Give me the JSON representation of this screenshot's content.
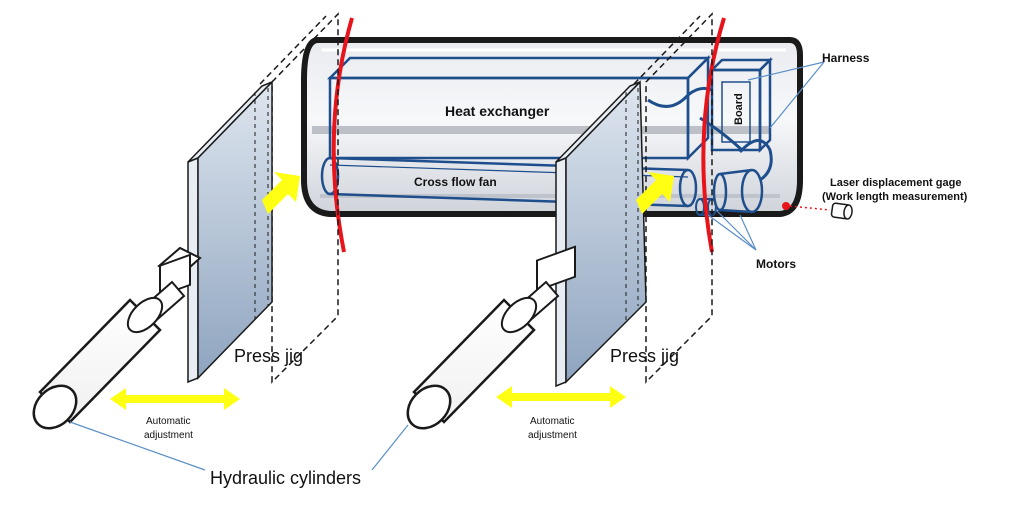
{
  "labels": {
    "heat_exchanger": "Heat exchanger",
    "cross_flow_fan": "Cross flow fan",
    "board": "Board",
    "harness": "Harness",
    "laser_line1": "Laser displacement gage",
    "laser_line2": "(Work length measurement)",
    "motors": "Motors",
    "press_jig_left": "Press jig",
    "press_jig_right": "Press jig",
    "auto_adjust_left_1": "Automatic",
    "auto_adjust_left_2": "adjustment",
    "auto_adjust_right_1": "Automatic",
    "auto_adjust_right_2": "adjustment",
    "hydraulic_cylinders": "Hydraulic cylinders"
  },
  "colors": {
    "outline": "#1a1a1a",
    "component_line": "#1f4e8c",
    "cut_line": "#e8141b",
    "arrow": "#ffff14",
    "leader_line": "#5b8fc7",
    "laser_dot": "#e8141b",
    "jig_fill_top": "#dfe6ef",
    "jig_fill_bottom": "#8ea4bf"
  }
}
